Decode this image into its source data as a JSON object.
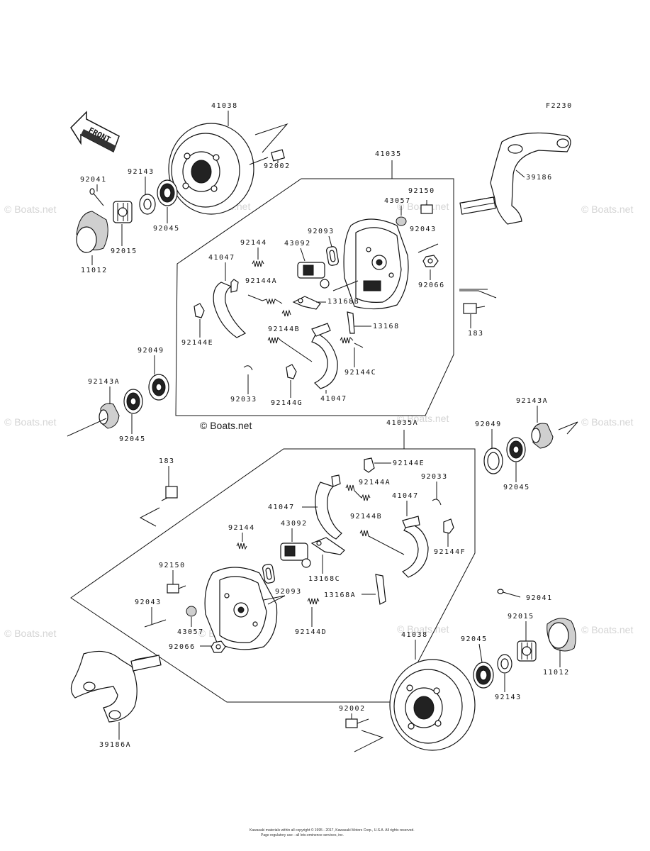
{
  "figure_code": "F2230",
  "front_label": "FRONT",
  "watermark": "© Boats.net",
  "copyright_line1": "Kawasaki materials within all copyright © 1995 - 2017, Kawasaki Motors Corp., U.S.A. All rights reserved.",
  "copyright_line2": "Page regulatory use - all lots-eminence services, inc.",
  "labels": {
    "l41038_top": "41038",
    "l92002_top": "92002",
    "l92041_top": "92041",
    "l92143_top": "92143",
    "l92015_top": "92015",
    "l11012_top": "11012",
    "l92045_top": "92045",
    "l41035": "41035",
    "l92150_top": "92150",
    "l43057_top": "43057",
    "l92043_top": "92043",
    "l92066_top": "92066",
    "l92093_top": "92093",
    "l43092_top": "43092",
    "l92144_top": "92144",
    "l41047_top_a": "41047",
    "l92144A_top": "92144A",
    "l13168B": "13168B",
    "l13168": "13168",
    "l92144B_top": "92144B",
    "l92144C": "92144C",
    "l92144E_top": "92144E",
    "l92033_top": "92033",
    "l92144G": "92144G",
    "l41047_top_b": "41047",
    "l39186": "39186",
    "l183_top": "183",
    "l92049_left": "92049",
    "l92143A_left": "92143A",
    "l92045_left": "92045",
    "l41035A": "41035A",
    "l92143A_right": "92143A",
    "l92049_right": "92049",
    "l92045_right": "92045",
    "l183_bottom": "183",
    "l92144E_bottom": "92144E",
    "l92144A_bottom": "92144A",
    "l92033_bottom": "92033",
    "l41047_bottom_a": "41047",
    "l41047_bottom_b": "41047",
    "l92144B_bottom": "92144B",
    "l92144F": "92144F",
    "l92144_bottom": "92144",
    "l43092_bottom": "43092",
    "l13168C": "13168C",
    "l13168A": "13168A",
    "l92150_bottom": "92150",
    "l92093_bottom": "92093",
    "l92043_bottom": "92043",
    "l43057_bottom": "43057",
    "l92144D": "92144D",
    "l92066_bottom": "92066",
    "l41038_bottom": "41038",
    "l92045_bottom": "92045",
    "l92015_bottom": "92015",
    "l92041_bottom": "92041",
    "l11012_bottom": "11012",
    "l92143_bottom": "92143",
    "l92002_bottom": "92002",
    "l39186A": "39186A"
  }
}
